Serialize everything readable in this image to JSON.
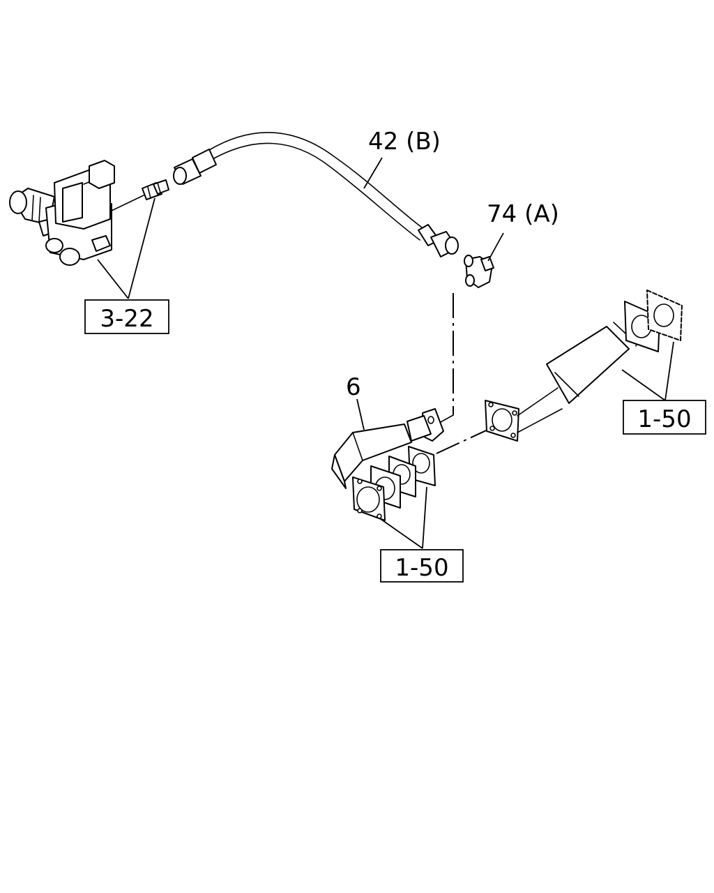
{
  "labels": {
    "hose": "42 (B)",
    "elbow": "74 (A)",
    "pipe": "6",
    "valve_ref": "3-22",
    "exhaust_ref_right": "1-50",
    "exhaust_ref_bottom": "1-50"
  },
  "colors": {
    "line": "#000000",
    "background": "#ffffff"
  }
}
